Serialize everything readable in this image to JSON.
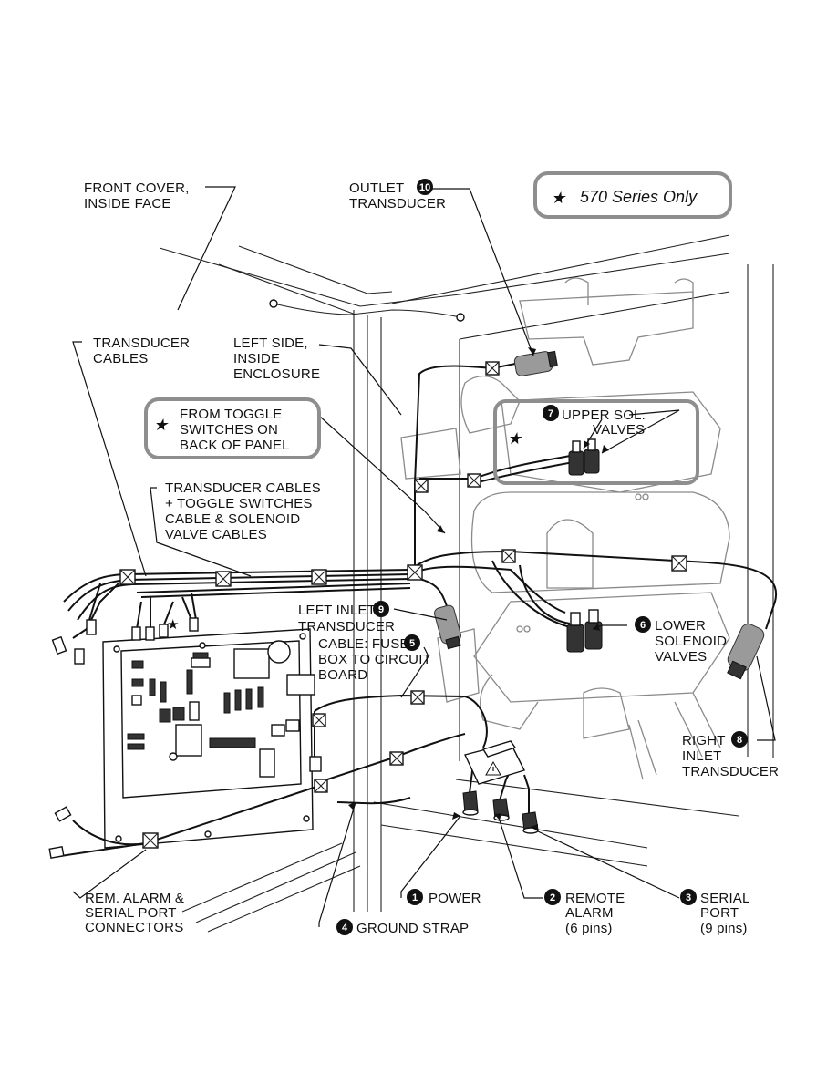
{
  "legend": {
    "star_symbol": "★",
    "text": "570 Series Only"
  },
  "labels": {
    "front_cover": [
      "FRONT COVER,",
      "INSIDE FACE"
    ],
    "outlet_transducer": {
      "number": "10",
      "lines": [
        "OUTLET",
        "TRANSDUCER"
      ]
    },
    "transducer_cables": [
      "TRANSDUCER",
      "CABLES"
    ],
    "left_side": [
      "LEFT SIDE,",
      "INSIDE",
      "ENCLOSURE"
    ],
    "from_toggle": {
      "star_symbol": "★",
      "lines": [
        "FROM TOGGLE",
        "SWITCHES ON",
        "BACK OF PANEL"
      ]
    },
    "upper_sol": {
      "number": "7",
      "lines": [
        "UPPER SOL.",
        "VALVES"
      ]
    },
    "transducer_cables_toggle": [
      "TRANSDUCER CABLES",
      "+ TOGGLE SWITCHES",
      "CABLE & SOLENOID",
      "VALVE CABLES"
    ],
    "left_inlet": {
      "number": "9",
      "lines": [
        "LEFT INLET",
        "TRANSDUCER"
      ]
    },
    "cable_fuse": {
      "number": "5",
      "lines": [
        "CABLE: FUSE",
        "BOX TO CIRCUIT",
        "BOARD"
      ]
    },
    "lower_solenoid": {
      "number": "6",
      "lines": [
        "LOWER",
        "SOLENOID",
        "VALVES"
      ]
    },
    "right_inlet": {
      "number": "8",
      "lines": [
        "RIGHT",
        "INLET",
        "TRANSDUCER"
      ]
    },
    "rem_alarm": [
      "REM. ALARM &",
      "SERIAL PORT",
      "CONNECTORS"
    ],
    "power": {
      "number": "1",
      "text": "POWER"
    },
    "ground_strap": {
      "number": "4",
      "text": "GROUND STRAP"
    },
    "remote_alarm": {
      "number": "2",
      "lines": [
        "REMOTE",
        "ALARM",
        "(6 pins)"
      ]
    },
    "serial_port": {
      "number": "3",
      "lines": [
        "SERIAL",
        "PORT",
        "(9 pins)"
      ]
    }
  },
  "board_star_symbol": "★",
  "upper_star_symbol": "★"
}
